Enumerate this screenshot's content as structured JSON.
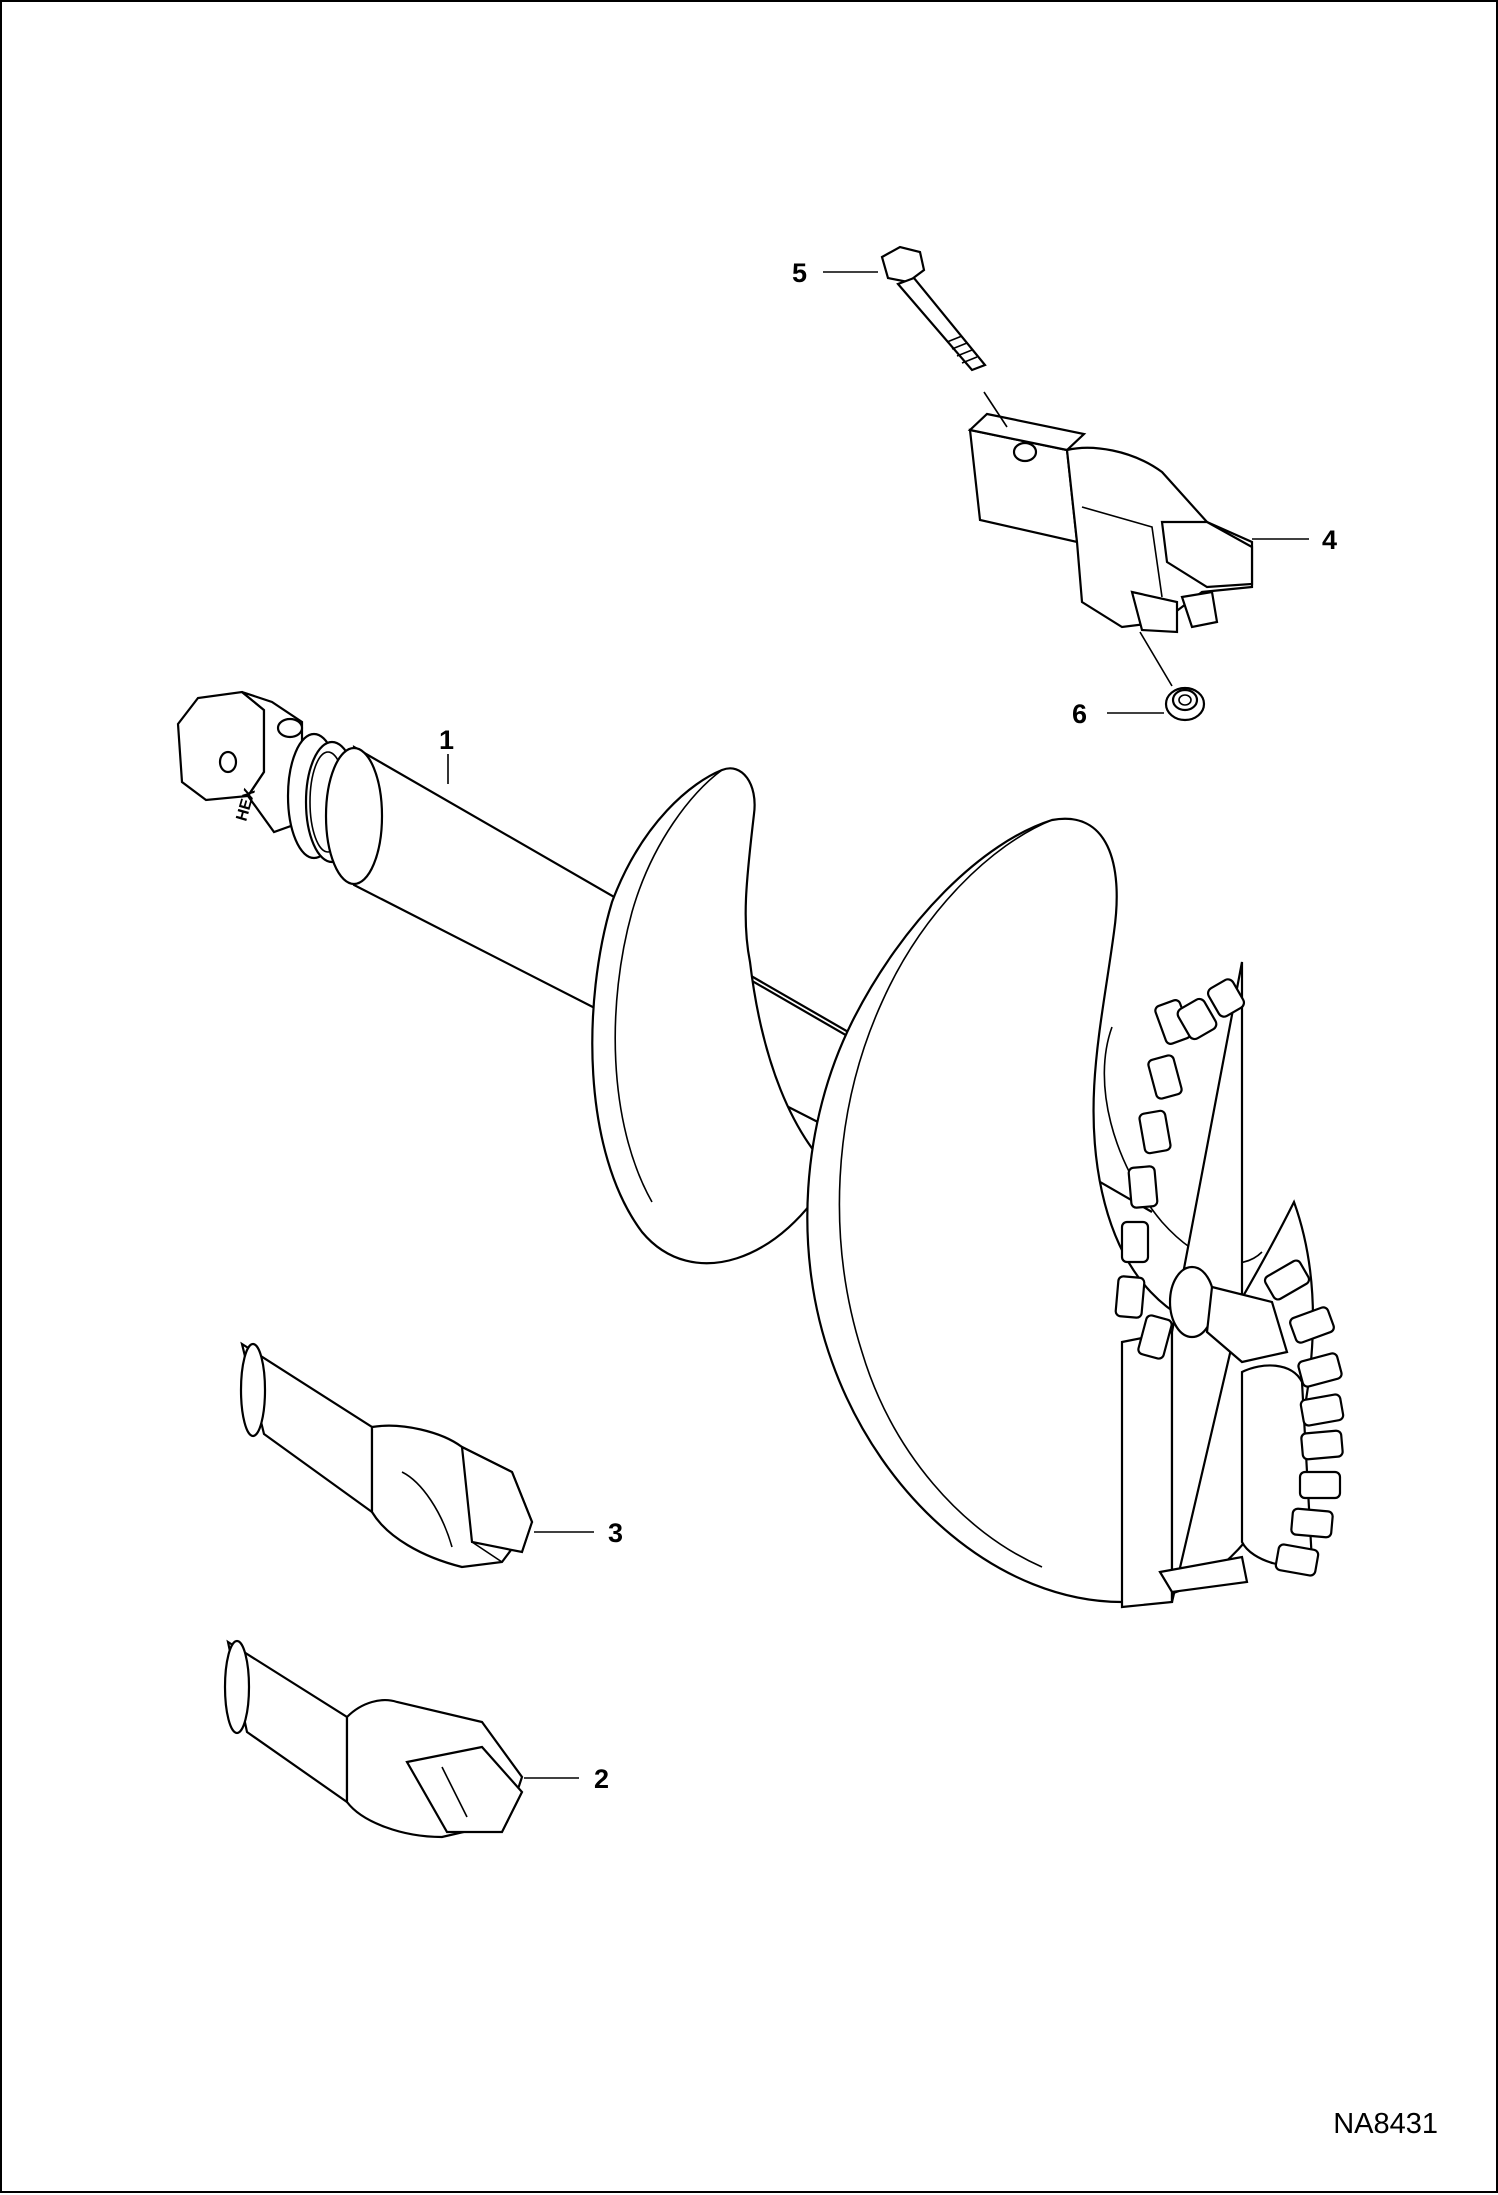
{
  "callouts": {
    "c1": "1",
    "c2": "2",
    "c3": "3",
    "c4": "4",
    "c5": "5",
    "c6": "6"
  },
  "drive_marking": "HEX",
  "figure_ref": "NA8431"
}
